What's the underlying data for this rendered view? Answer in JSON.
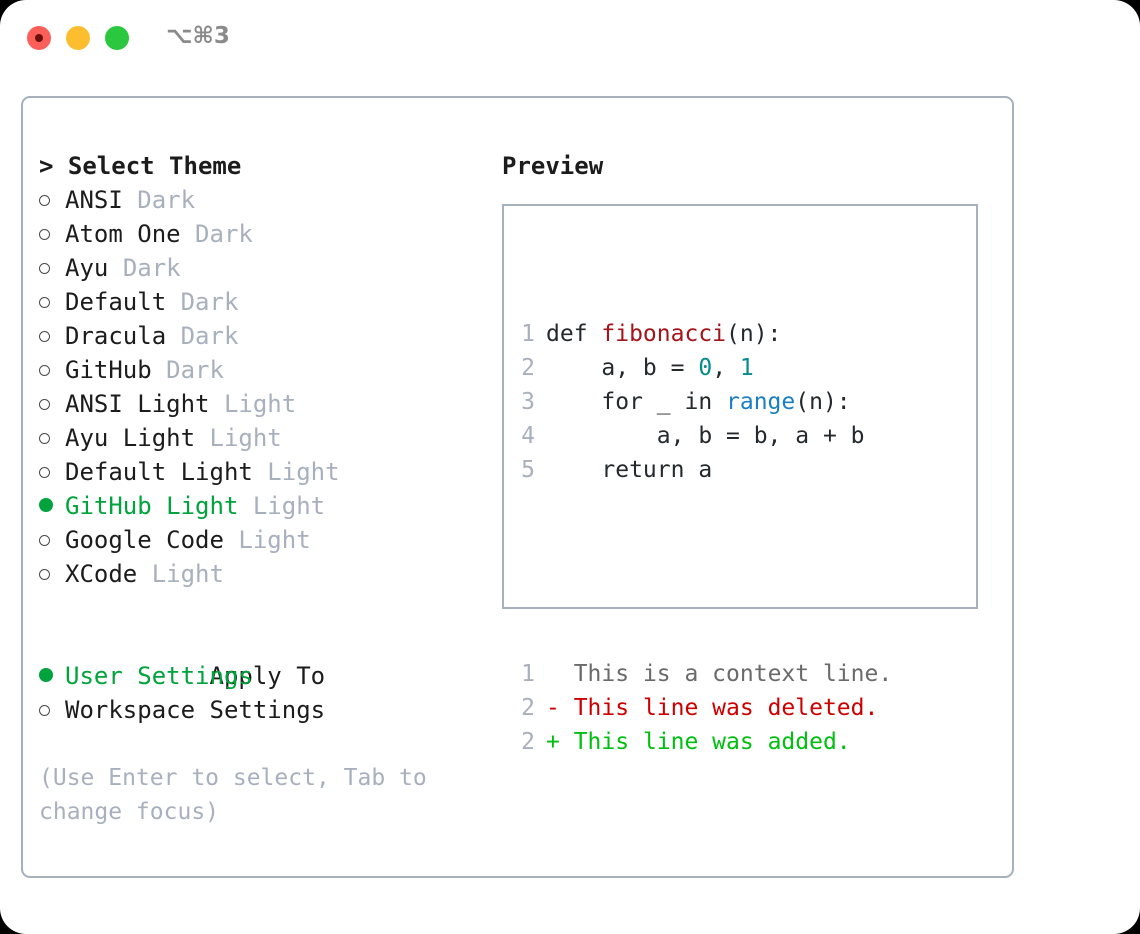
{
  "titlebar": {
    "shortcut": "⌥⌘3",
    "buttons": [
      {
        "name": "close",
        "color": "#fc5f5a"
      },
      {
        "name": "minimize",
        "color": "#fcbe2e"
      },
      {
        "name": "maximize",
        "color": "#2ac73f"
      }
    ]
  },
  "theme_picker": {
    "header": "> Select Theme",
    "items": [
      {
        "marker": "○",
        "label": "ANSI",
        "tag": "Dark",
        "selected": false
      },
      {
        "marker": "○",
        "label": "Atom One",
        "tag": "Dark",
        "selected": false
      },
      {
        "marker": "○",
        "label": "Ayu",
        "tag": "Dark",
        "selected": false
      },
      {
        "marker": "○",
        "label": "Default",
        "tag": "Dark",
        "selected": false
      },
      {
        "marker": "○",
        "label": "Dracula",
        "tag": "Dark",
        "selected": false
      },
      {
        "marker": "○",
        "label": "GitHub",
        "tag": "Dark",
        "selected": false
      },
      {
        "marker": "○",
        "label": "ANSI Light",
        "tag": "Light",
        "selected": false
      },
      {
        "marker": "○",
        "label": "Ayu Light",
        "tag": "Light",
        "selected": false
      },
      {
        "marker": "○",
        "label": "Default Light",
        "tag": "Light",
        "selected": false
      },
      {
        "marker": "●",
        "label": "GitHub Light",
        "tag": "Light",
        "selected": true
      },
      {
        "marker": "○",
        "label": "Google Code",
        "tag": "Light",
        "selected": false
      },
      {
        "marker": "○",
        "label": "XCode",
        "tag": "Light",
        "selected": false
      }
    ]
  },
  "apply_to": {
    "header": "Apply To",
    "items": [
      {
        "marker": "●",
        "label": "User Settings",
        "selected": true
      },
      {
        "marker": "○",
        "label": "Workspace Settings",
        "selected": false
      }
    ]
  },
  "hint": "(Use Enter to select, Tab to change focus)",
  "preview": {
    "title": "Preview",
    "code_lines": [
      {
        "num": "1",
        "tokens": [
          {
            "t": "def ",
            "c": "plain"
          },
          {
            "t": "fibonacci",
            "c": "fn"
          },
          {
            "t": "(n):",
            "c": "plain"
          }
        ]
      },
      {
        "num": "2",
        "tokens": [
          {
            "t": "    a, b = ",
            "c": "plain"
          },
          {
            "t": "0",
            "c": "num"
          },
          {
            "t": ", ",
            "c": "plain"
          },
          {
            "t": "1",
            "c": "num"
          }
        ]
      },
      {
        "num": "3",
        "tokens": [
          {
            "t": "    for _ in ",
            "c": "plain"
          },
          {
            "t": "range",
            "c": "call"
          },
          {
            "t": "(n):",
            "c": "plain"
          }
        ]
      },
      {
        "num": "4",
        "tokens": [
          {
            "t": "        a, b = b, a + b",
            "c": "plain"
          }
        ]
      },
      {
        "num": "5",
        "tokens": [
          {
            "t": "    return a",
            "c": "plain"
          }
        ]
      }
    ],
    "diff_lines": [
      {
        "num": "1",
        "sign": " ",
        "text": " This is a context line.",
        "kind": "ctx"
      },
      {
        "num": "2",
        "sign": "-",
        "text": " This line was deleted.",
        "kind": "del"
      },
      {
        "num": "2",
        "sign": "+",
        "text": " This line was added.",
        "kind": "add"
      }
    ]
  },
  "colors": {
    "accent_green": "#00a33c",
    "diff_added": "#00bf10",
    "diff_deleted": "#cc0000",
    "muted": "#a8b0be",
    "border": "#a7b0bd",
    "code_function": "#a3151b",
    "code_number": "#048c8c",
    "code_call": "#1a7fc1"
  }
}
